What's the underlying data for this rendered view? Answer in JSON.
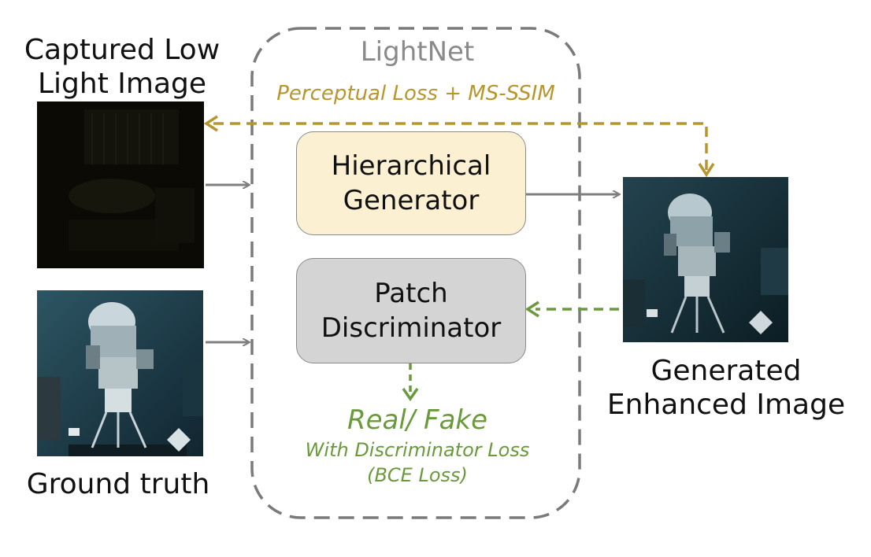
{
  "lightnet": {
    "title": "LightNet",
    "loss_top": "Perceptual Loss + MS-SSIM",
    "generator": {
      "line1": "Hierarchical",
      "line2": "Generator"
    },
    "discriminator": {
      "line1": "Patch",
      "line2": "Discriminator"
    },
    "output": {
      "line1": "Real/ Fake",
      "line2": "With Discriminator Loss",
      "line3": "(BCE Loss)"
    }
  },
  "inputs": {
    "low_light": {
      "line1": "Captured Low",
      "line2": "Light Image"
    },
    "ground_truth": {
      "label": "Ground truth"
    }
  },
  "outputs": {
    "enhanced": {
      "line1": "Generated",
      "line2": "Enhanced Image"
    }
  },
  "colors": {
    "frame_dash": "#7a7a7a",
    "gold": "#b8962e",
    "green": "#6a9a3c",
    "arrow_gray": "#7f7f7f",
    "generator_fill": "#fbf0d2",
    "discriminator_fill": "#d4d4d4"
  }
}
